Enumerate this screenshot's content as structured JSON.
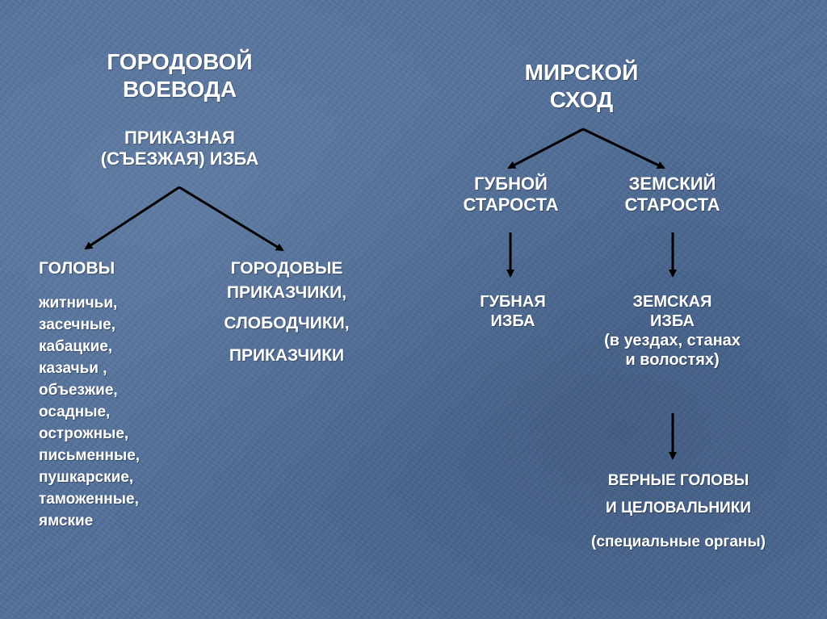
{
  "left": {
    "title": [
      "ГОРОДОВОЙ",
      "ВОЕВОДА"
    ],
    "office": [
      "ПРИКАЗНАЯ",
      "(СЪЕЗЖАЯ) ИЗБА"
    ],
    "heads_title": "ГОЛОВЫ",
    "heads_list": [
      "житничьи,",
      "засечные,",
      "кабацкие,",
      "казачьи ,",
      "объезжие,",
      "осадные,",
      "острожные,",
      "письменные,",
      "пушкарские,",
      "таможенные,",
      "ямские"
    ],
    "clerks": [
      "ГОРОДОВЫЕ",
      "ПРИКАЗЧИКИ,",
      "СЛОБОДЧИКИ,",
      "ПРИКАЗЧИКИ"
    ]
  },
  "right": {
    "title": [
      "МИРСКОЙ",
      "СХОД"
    ],
    "guba_elder": [
      "ГУБНОЙ",
      "СТАРОСТА"
    ],
    "zemsky_elder": [
      "ЗЕМСКИЙ",
      "СТАРОСТА"
    ],
    "guba_hut": [
      "ГУБНАЯ",
      "ИЗБА"
    ],
    "zemsky_hut": [
      "ЗЕМСКАЯ",
      "ИЗБА",
      "(в уездах, станах",
      "и волостях)"
    ],
    "special": [
      "ВЕРНЫЕ ГОЛОВЫ",
      "И ЦЕЛОВАЛЬНИКИ",
      "(специальные органы)"
    ]
  },
  "colors": {
    "background": "#52709a",
    "text": "#ffffff",
    "arrow": "#000000"
  }
}
